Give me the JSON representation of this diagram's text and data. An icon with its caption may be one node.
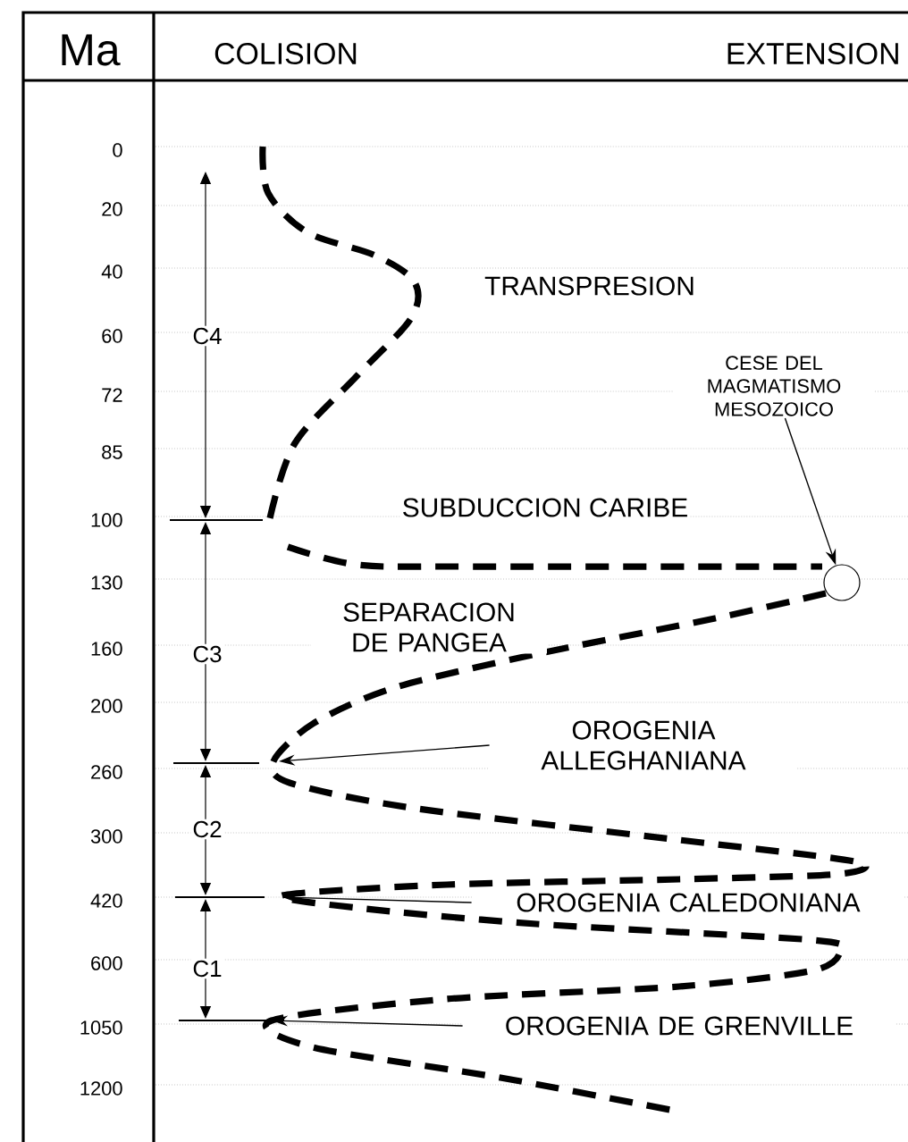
{
  "diagram": {
    "nodes": [
      {
        "text": [
          "CESE DEL MAGMATISMO MESOZOICO"
        ]
      },
      {
        "text": [],
        "shape": "circle"
      },
      {
        "text": [
          "OROGENIA ALLEGHANIANA"
        ]
      },
      {
        "text": [
          "OROGENIA CALEDONIANA"
        ]
      },
      {
        "text": [
          "OROGENIA DE GRENVILLE"
        ]
      }
    ],
    "edges": [
      {
        "from": 0,
        "to": 1,
        "arrow": "to"
      },
      {
        "from": 2,
        "to": null,
        "arrow": "to"
      },
      {
        "from": 3,
        "to": null,
        "arrow": "to"
      },
      {
        "from": 4,
        "to": null,
        "arrow": "to"
      }
    ],
    "labels": [
      "Ma",
      "COLISION",
      "EXTENSION",
      "0",
      "20",
      "40",
      "60",
      "72",
      "85",
      "100",
      "130",
      "160",
      "200",
      "260",
      "300",
      "420",
      "600",
      "1050",
      "1200",
      "TRANSPRESION",
      "C4",
      "SUBDUCCION CARIBE",
      "SEPARACION DE PANGEA",
      "C3",
      "C2",
      "C1"
    ]
  }
}
